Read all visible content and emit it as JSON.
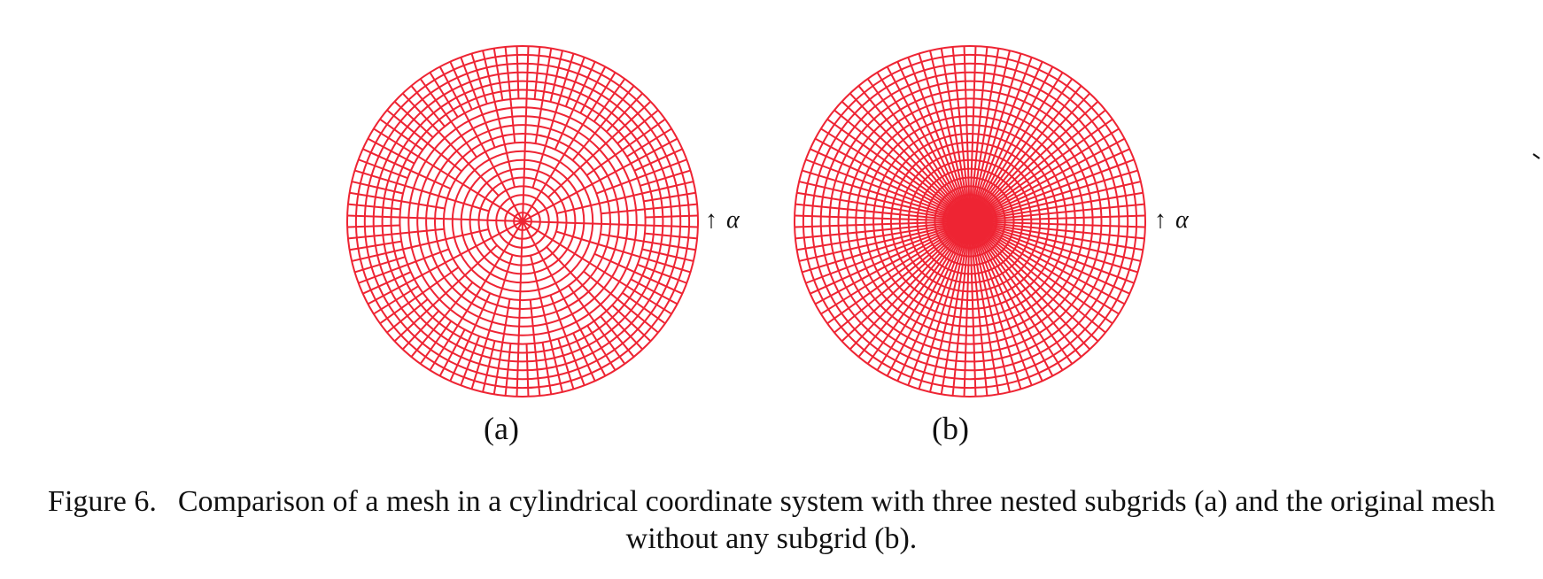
{
  "figure": {
    "mesh_color": "#ee2433",
    "panels": [
      {
        "id": "a",
        "label": "(a)",
        "axis_arrow": "↑",
        "axis_symbol": "α",
        "mesh": "cylindrical mesh with three nested subgrids",
        "subgrid_levels": 3
      },
      {
        "id": "b",
        "label": "(b)",
        "axis_arrow": "↑",
        "axis_symbol": "α",
        "mesh": "original cylindrical mesh without any subgrid",
        "subgrid_levels": 0
      }
    ],
    "caption": {
      "number": "Figure 6.",
      "text": "Comparison of a mesh in a cylindrical coordinate system with three nested subgrids (a) and the original mesh without any subgrid (b)."
    }
  }
}
